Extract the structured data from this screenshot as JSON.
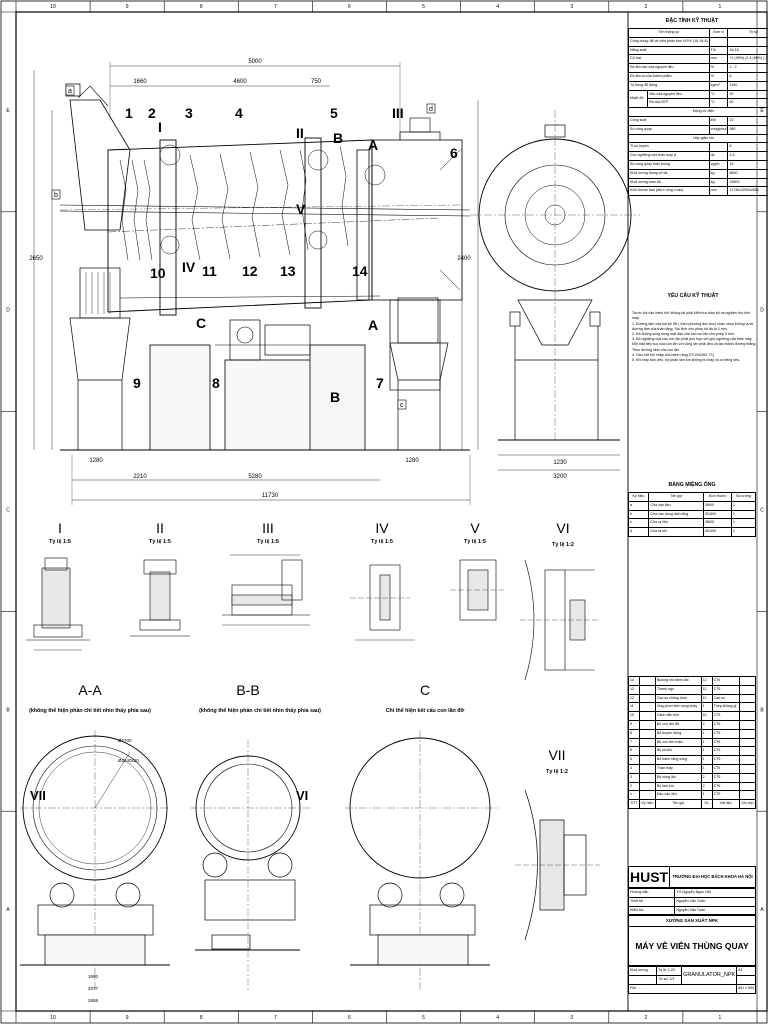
{
  "border_cols": [
    "10",
    "9",
    "8",
    "7",
    "6",
    "5",
    "4",
    "3",
    "2",
    "1"
  ],
  "border_rows": [
    "E",
    "D",
    "C",
    "B",
    "A"
  ],
  "specs": {
    "title": "ĐẶC TÍNH KỸ THUẬT",
    "head": [
      "Tên thông số",
      "Đơn vị",
      "Trị số"
    ],
    "rows": [
      [
        "Công dụng: để vê viên phân bón N,P,K (16-16-8)",
        "",
        ""
      ],
      [
        "Năng suất",
        "T/h",
        "16-18"
      ],
      [
        "Cỡ hạt",
        "mm",
        "+2 (95%) (2-4 (65%) (-1) (5%)"
      ],
      [
        "Độ ẩm vào của nguyên liệu",
        "%",
        "1 - 2"
      ],
      [
        "Độ ẩm ra của thành phẩm",
        "%",
        "6"
      ],
      [
        "Tỷ trọng đổ đống",
        "kg/m³",
        "1100"
      ]
    ],
    "temp_label": "Nhiệt độ",
    "temp_rows": [
      [
        "Vào của nguyên liệu",
        "°C",
        "30"
      ],
      [
        "Ra của BTP",
        "°C",
        "60"
      ]
    ],
    "motor_title": "Động cơ điện",
    "motor_rows": [
      [
        "Công suất",
        "kW",
        "22"
      ],
      [
        "Số vòng quay",
        "vòng/phút",
        "980"
      ]
    ],
    "gear_title": "Hộp giảm tốc",
    "gear_rows": [
      [
        "Tỉ số truyền",
        "",
        "8"
      ],
      [
        "Góc nghiêng của thân máy β",
        "độ",
        "1.6"
      ],
      [
        "Số vòng quay thân thùng",
        "vg/ph",
        "15"
      ],
      [
        "Khối lượng thùng vỏ tải",
        "kg",
        "8600"
      ],
      [
        "Khối lượng toàn bộ",
        "kg",
        "16600"
      ],
      [
        "Kích thước bao (dài x rộng x cao)",
        "mm",
        "11730x3200x2650"
      ]
    ]
  },
  "requirements": {
    "title": "YÊU CẦU KỸ THUẬT",
    "lines": [
      "Trước khi vận hành thử không tải phải kiểm tra toàn bộ và nghiệm thu tính",
      "máy.",
      "1. Đường tâm của hai bệ đỡ ( theo phương dọc trục) khác nhau không vượt",
      "đường tâm của thân tăng. Sai lệch cho phép tối đa là 3 mm.",
      "2. Độ không song song mặt đầu của hai con lăn cho phép 3 mm.",
      "3. Độ nghiêng của các con lăn phải phù hợp với góc nghiêng của thân máy.",
      "Mỗi mặt tiếp xúc của con lăn với vòng lăn phải đều và tạo thành đường thẳng.",
      "Theo đường sinh của con lăn.",
      "4. Dầu mỡ bôi nhập của bánh răng (TCVN1567-71)",
      "5. Khi máy làm việc, bộ phận làm kín không bị chảy và có tiếng kêu."
    ]
  },
  "nozzles": {
    "title": "BẢNG MIỆNG ỐNG",
    "head": [
      "Ký hiệu",
      "Tên gọi",
      "Kích thước",
      "Số lượng"
    ],
    "rows": [
      [
        "a",
        "Cửa vào liệu",
        "Ø600",
        "1"
      ],
      [
        "b",
        "Cửa vào dung dịch lỏng",
        "Ø1600",
        "1"
      ],
      [
        "c",
        "Cửa ra liệu",
        "Ø600",
        "1"
      ],
      [
        "d",
        "Cửa ra khí",
        "Ø1400",
        "1"
      ]
    ]
  },
  "parts": {
    "rows": [
      [
        "14",
        "Bulông khi bánh đai",
        "12",
        "CT6"
      ],
      [
        "13",
        "Thanh ngọ",
        "12",
        "CT5"
      ],
      [
        "12",
        "Cao su chống dính",
        "12",
        "Cao su"
      ],
      [
        "11",
        "Ống phun ánh nóng chảy",
        "1",
        "Thép không gỉ"
      ],
      [
        "10",
        "Cánh dẫn liệu",
        "10",
        "CT5"
      ],
      [
        "9",
        "Bộ con lăn đỡ",
        "2",
        "CT5"
      ],
      [
        "8",
        "Bộ truyền động",
        "1",
        "CT5"
      ],
      [
        "7",
        "Bộ con lăn chặn",
        "1",
        "CT6"
      ],
      [
        "6",
        "Bộ ra liệu",
        "1",
        "CT5"
      ],
      [
        "5",
        "Bộ bánh răng vòng",
        "1",
        "CT5"
      ],
      [
        "4",
        "Thân máy",
        "1",
        "CT5"
      ],
      [
        "3",
        "Bộ vòng lăn",
        "2",
        "CT5"
      ],
      [
        "2",
        "Bộ làm kín",
        "2",
        "CT6"
      ],
      [
        "1",
        "Đầu vào liệu",
        "1",
        "CT5"
      ]
    ],
    "head": [
      "STT",
      "Ký hiệu",
      "Tên gọi",
      "SL",
      "Vật liệu",
      "Ghi chú"
    ]
  },
  "title_block": {
    "school_mark": "HUST",
    "school": "TRƯỜNG ĐẠI HỌC BÁCH KHOA HÀ NỘI",
    "roles": [
      [
        "Hướng dẫn",
        "T.S Nguyễn Ngọc Hải"
      ],
      [
        "Thiết kế",
        "Nguyễn Văn Tuấn"
      ],
      [
        "Kiểm tra",
        "Nguyễn Văn Tuấn"
      ]
    ],
    "workshop": "XƯỞNG SẢN XUẤT NPK",
    "drawing_title": "MÁY VÊ VIÊN THÙNG QUAY",
    "weight_label": "Khối lượng",
    "scale_label": "Tỷ lệ: 1:20",
    "sheet_label": "Tờ số: 1/1",
    "code": "GRANULATOR_NPK",
    "size": "A1",
    "file": "File: ...",
    "sheet_size": "841 x 594"
  },
  "main_view": {
    "callouts": [
      "1",
      "2",
      "I",
      "3",
      "4",
      "II",
      "5",
      "B",
      "A",
      "III",
      "6",
      "10",
      "IV",
      "11",
      "12",
      "13",
      "14",
      "V",
      "C",
      "9",
      "8",
      "A",
      "B",
      "7"
    ],
    "nozzle_marks": [
      "a",
      "b",
      "c",
      "d"
    ],
    "dims": [
      "5000",
      "1660",
      "4600",
      "750",
      "11730",
      "3200",
      "5280",
      "2210",
      "1280",
      "1280",
      "2650",
      "2400",
      "1230"
    ]
  },
  "details": [
    {
      "id": "I",
      "scale": "Tỷ lệ 1:5"
    },
    {
      "id": "II",
      "scale": "Tỷ lệ 1:5"
    },
    {
      "id": "III",
      "scale": "Tỷ lệ 1:5"
    },
    {
      "id": "IV",
      "scale": "Tỷ lệ 1:5"
    },
    {
      "id": "V",
      "scale": "Tỷ lệ 1:5"
    },
    {
      "id": "VI",
      "scale": "Tỷ lệ 1:2"
    },
    {
      "id": "VII",
      "scale": "Tỷ lệ 1:2"
    }
  ],
  "sections": [
    {
      "id": "A-A",
      "note": "(không thể hiện phần chi tiết nhìn thấy phía sau)"
    },
    {
      "id": "B-B",
      "note": "(không thể hiện phần chi tiết nhìn thấy phía sau)"
    },
    {
      "id": "C",
      "note": "Chi thể hiện kết cấu con lăn đỡ"
    }
  ],
  "section_marks": [
    "VII",
    "VI",
    "VII"
  ],
  "section_dims": [
    "Ø2700",
    "Ø2240x20",
    "1690",
    "2077",
    "2658"
  ]
}
